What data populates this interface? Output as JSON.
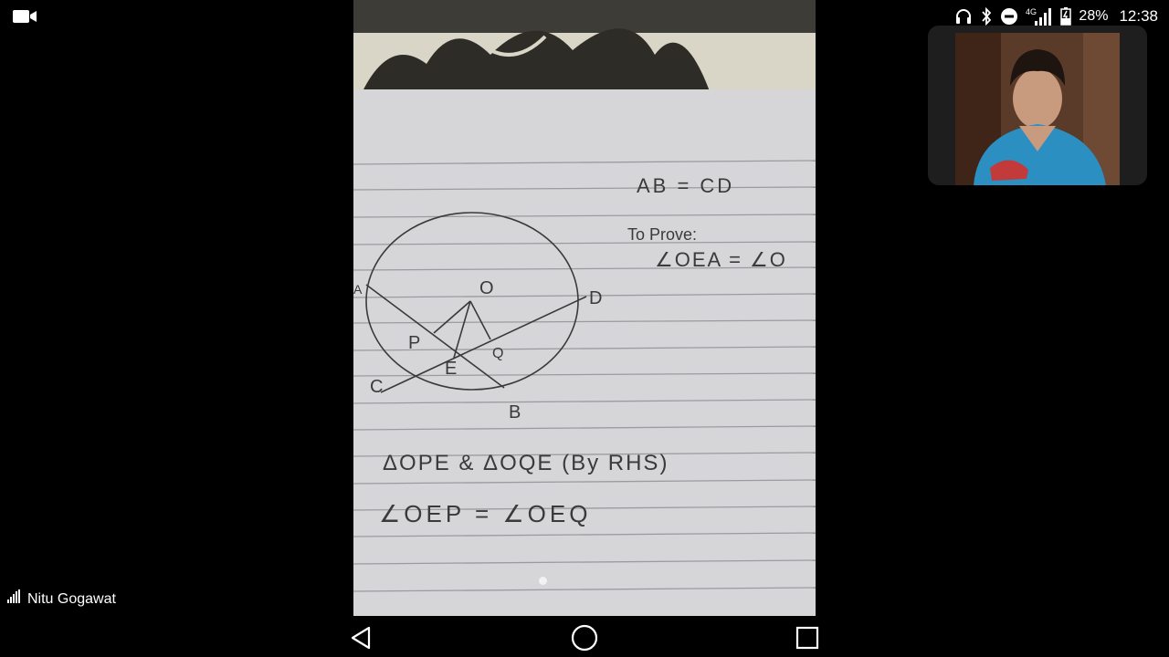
{
  "status_bar": {
    "battery_percent": "28%",
    "time": "12:38",
    "network_label": "4G",
    "icons": [
      "video-camera-icon",
      "headphones-icon",
      "bluetooth-icon",
      "do-not-disturb-icon",
      "signal-icon",
      "battery-icon"
    ]
  },
  "participant": {
    "name": "Nitu Gogawat"
  },
  "notebook": {
    "line1": "AB = CD",
    "line2": "To Prove:",
    "line3": "∠OEA = ∠O",
    "line4": "ΔOPE & ΔOQE (By RHS)",
    "line5": "∠OEP = ∠OEQ",
    "labels": {
      "o": "O",
      "d": "D",
      "p": "P",
      "q": "Q",
      "e": "E",
      "c": "C",
      "b": "B",
      "a": "A"
    }
  },
  "colors": {
    "background": "#000000",
    "paper": "#d6d6d8",
    "ink": "#3a3a3a",
    "pip_shirt": "#2b8fc2"
  }
}
